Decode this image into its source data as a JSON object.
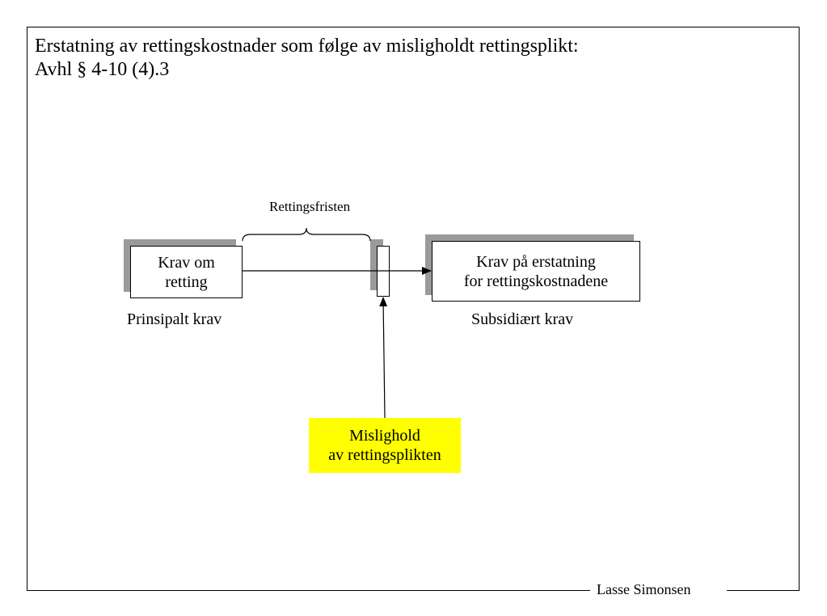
{
  "title": {
    "line1": "Erstatning av rettingskostnader som følge av misligholdt rettingsplikt:",
    "line2": "Avhl § 4-10 (4).3"
  },
  "diagram": {
    "brace_label": "Rettingsfristen",
    "left_box": {
      "line1": "Krav om",
      "line2": "retting",
      "caption": "Prinsipalt krav"
    },
    "right_box": {
      "line1": "Krav på erstatning",
      "line2": "for rettingskostnadene",
      "caption": "Subsidiært krav"
    },
    "breach_box": {
      "line1": "Mislighold",
      "line2": "av rettingsplikten"
    },
    "colors": {
      "shadow": "#9a9a9a",
      "highlight": "#ffff00",
      "line": "#000000"
    }
  },
  "footer": {
    "author": "Lasse Simonsen"
  }
}
